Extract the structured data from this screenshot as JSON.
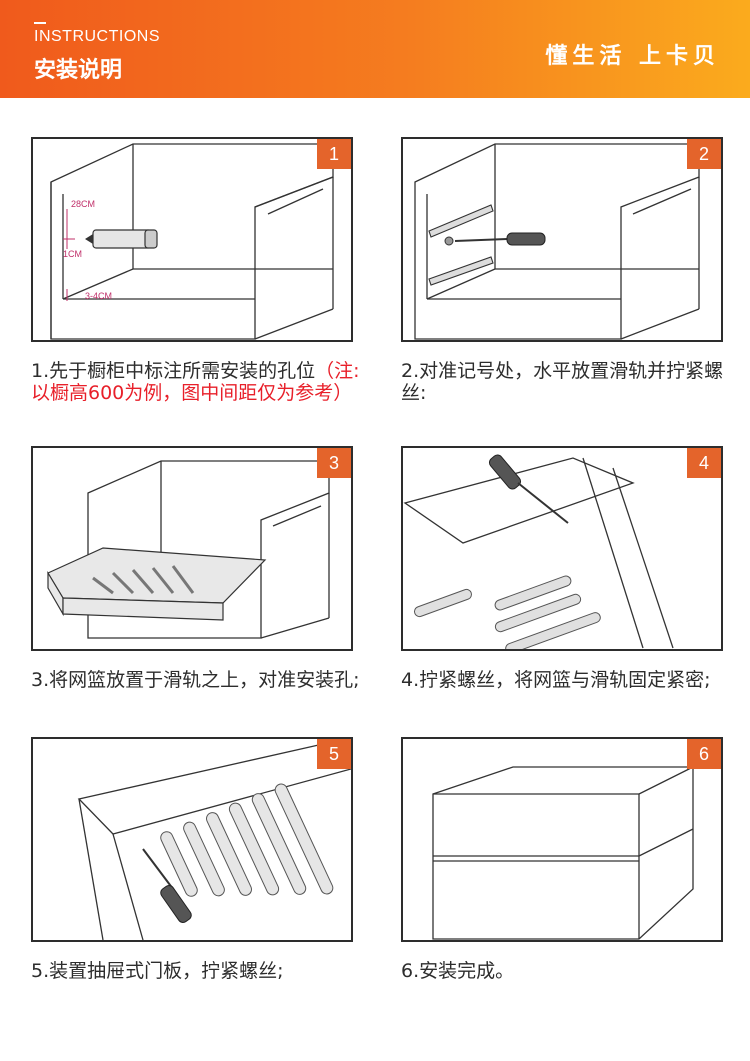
{
  "header": {
    "english": "INSTRUCTIONS",
    "title": "安装说明",
    "slogan": "懂生活 上卡贝"
  },
  "steps": [
    {
      "number": "1",
      "text": "1.先于橱柜中标注所需安装的孔位",
      "note": "（注:以橱高600为例，图中间距仅为参考）",
      "labels": {
        "top": "28CM",
        "middle": "1CM",
        "bottom": "3-4CM"
      }
    },
    {
      "number": "2",
      "text": "2.对准记号处，水平放置滑轨并拧紧螺丝:",
      "note": ""
    },
    {
      "number": "3",
      "text": "3.将网篮放置于滑轨之上，对准安装孔;",
      "note": ""
    },
    {
      "number": "4",
      "text": "4.拧紧螺丝，将网篮与滑轨固定紧密;",
      "note": ""
    },
    {
      "number": "5",
      "text": "5.装置抽屉式门板，拧紧螺丝;",
      "note": ""
    },
    {
      "number": "6",
      "text": "6.安装完成。",
      "note": ""
    }
  ],
  "colors": {
    "accent": "#e4642b",
    "note": "#e8202a",
    "header_start": "#f05a1c",
    "header_end": "#fbab1d"
  }
}
